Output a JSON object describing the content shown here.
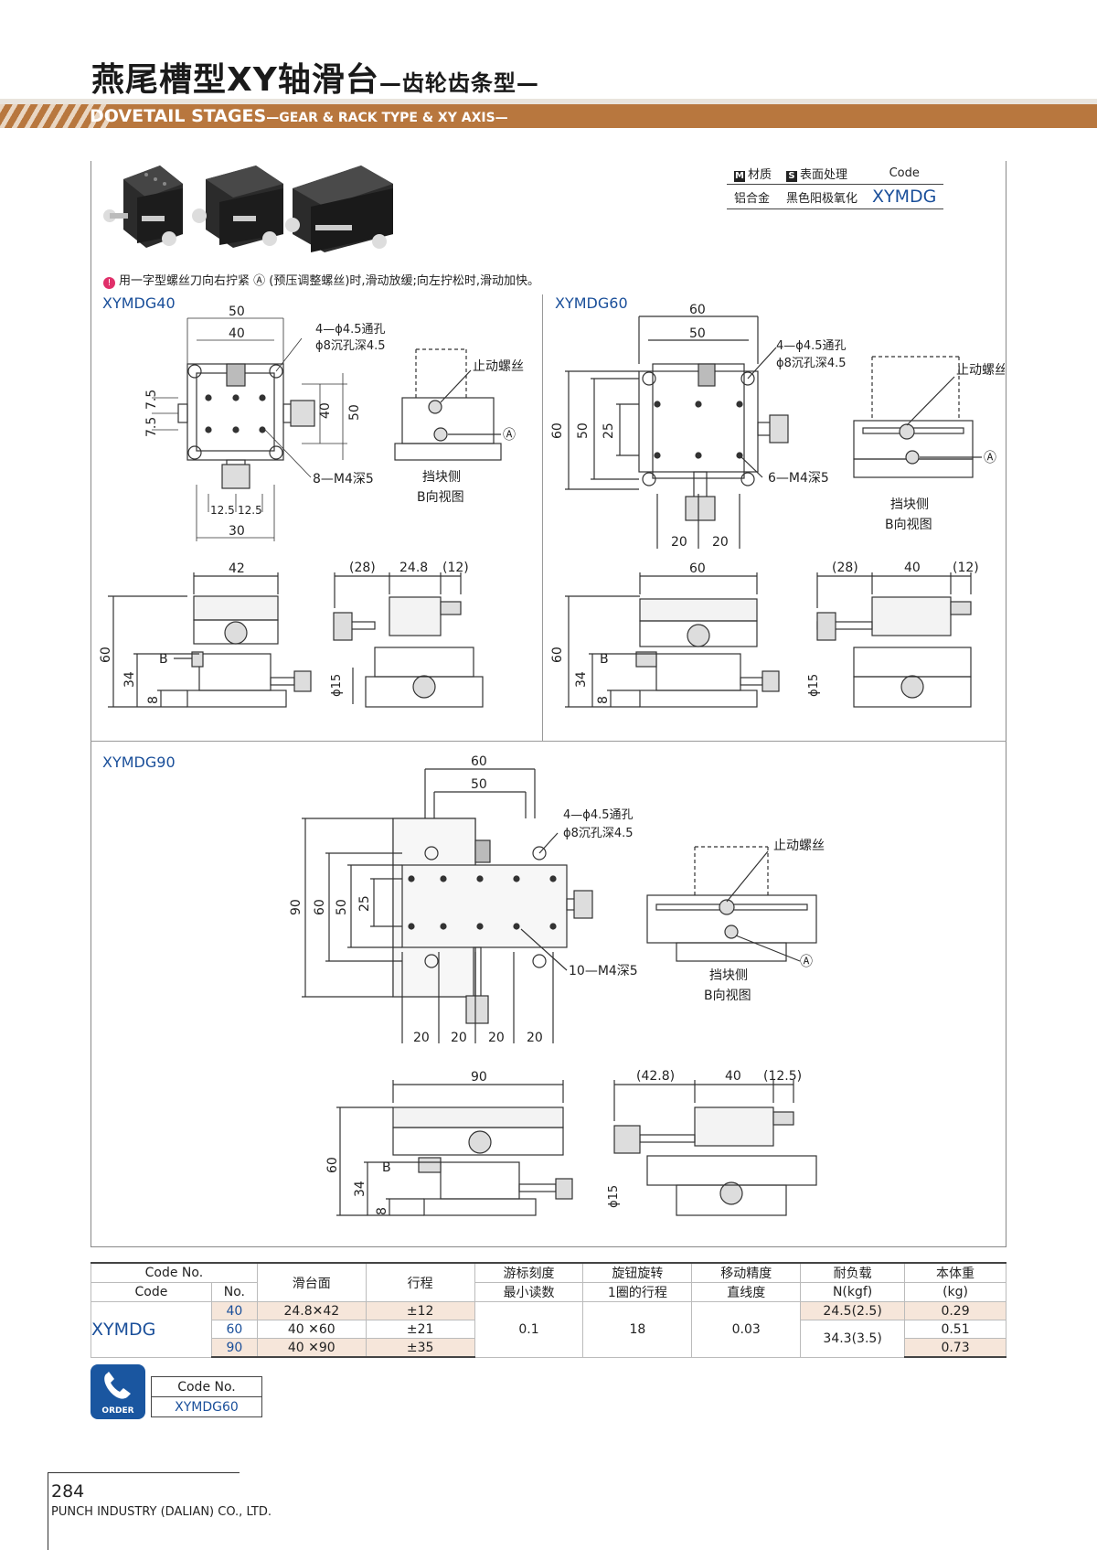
{
  "header": {
    "title_cn": "燕尾槽型XY轴滑台",
    "title_cn_sub": "—齿轮齿条型—",
    "title_en": "DOVETAIL STAGES",
    "title_en_sub": "—GEAR & RACK TYPE & XY AXIS—"
  },
  "spec": {
    "material_label": "材质",
    "material_badge": "M",
    "surface_label": "表面处理",
    "surface_badge": "S",
    "code_label": "Code",
    "material": "铝合金",
    "surface": "黑色阳极氧化",
    "code": "XYMDG"
  },
  "note": "用一字型螺丝刀向右拧紧 Ⓐ (预压调整螺丝)时,滑动放缓;向左拧松时,滑动加快。",
  "models": {
    "m40": "XYMDG40",
    "m60": "XYMDG60",
    "m90": "XYMDG90"
  },
  "drawing_labels": {
    "holes_a": "4—ϕ4.5通孔",
    "holes_b": "ϕ8沉孔深4.5",
    "stop_screw": "止动螺丝",
    "stopper_side": "挡块侧",
    "b_view": "B向视图",
    "tap40": "8—M4深5",
    "tap60": "6—M4深5",
    "tap90": "10—M4深5",
    "circle_a": "Ⓐ",
    "b": "B"
  },
  "dims40": {
    "w50": "50",
    "w40": "40",
    "h40": "40",
    "h50": "50",
    "a75": "7.5",
    "b75": "7.5",
    "c125": "12.5",
    "d125": "12.5",
    "w30": "30",
    "w42": "42",
    "p28": "(28)",
    "p248": "24.8",
    "p12": "(12)",
    "h60": "60",
    "h34": "34",
    "h8": "8",
    "phi15": "ϕ15"
  },
  "dims60": {
    "w60": "60",
    "w50": "50",
    "h60": "60",
    "h50": "50",
    "h25": "25",
    "a20": "20",
    "b20": "20",
    "w60b": "60",
    "p28": "(28)",
    "p40": "40",
    "p12": "(12)",
    "h60b": "60",
    "h34": "34",
    "h8": "8",
    "phi15": "ϕ15"
  },
  "dims90": {
    "w60": "60",
    "w50": "50",
    "h90": "90",
    "h60": "60",
    "h50": "50",
    "h25": "25",
    "a20": "20",
    "b20": "20",
    "c20": "20",
    "d20": "20",
    "w90": "90",
    "p428": "(42.8)",
    "p40": "40",
    "p125": "(12.5)",
    "h60b": "60",
    "h34": "34",
    "h8": "8",
    "phi15": "ϕ15"
  },
  "table": {
    "h_codeno": "Code No.",
    "h_code": "Code",
    "h_no": "No.",
    "h_surface": "滑台面",
    "h_stroke": "行程",
    "h_vernier_a": "游标刻度",
    "h_vernier_b": "最小读数",
    "h_knob_a": "旋钮旋转",
    "h_knob_b": "1圈的行程",
    "h_acc_a": "移动精度",
    "h_acc_b": "直线度",
    "h_load_a": "耐负载",
    "h_load_b": "N(kgf)",
    "h_weight_a": "本体重",
    "h_weight_b": "(kg)",
    "code": "XYMDG",
    "vernier": "0.1",
    "knob": "18",
    "accuracy": "0.03",
    "load_40": "24.5(2.5)",
    "load_6090": "34.3(3.5)",
    "rows": [
      {
        "no": "40",
        "surface": "24.8✕42",
        "stroke": "±12",
        "weight": "0.29"
      },
      {
        "no": "60",
        "surface": "40 ✕60",
        "stroke": "±21",
        "weight": "0.51"
      },
      {
        "no": "90",
        "surface": "40 ✕90",
        "stroke": "±35",
        "weight": "0.73"
      }
    ]
  },
  "order": {
    "badge": "ORDER",
    "label": "Code No.",
    "example": "XYMDG60"
  },
  "footer": {
    "page": "284",
    "company": "PUNCH INDUSTRY (DALIAN) CO., LTD."
  }
}
